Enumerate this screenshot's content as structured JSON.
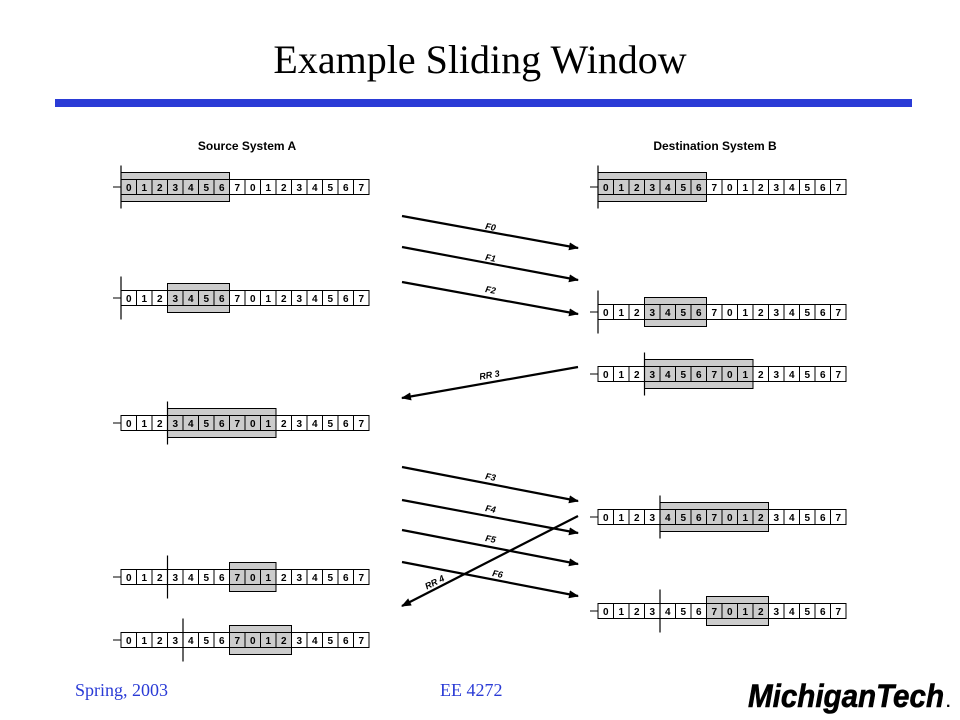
{
  "slide": {
    "title": "Example Sliding Window",
    "footer_left": "Spring, 2003",
    "footer_center": "EE 4272",
    "logo_text": "MichiganTech",
    "logo_mark": "."
  },
  "colors": {
    "accent": "#2a3bd6",
    "window_fill": "#cccccc"
  },
  "diagram": {
    "source_heading": "Source System A",
    "dest_heading": "Destination System B",
    "cells": [
      "0",
      "1",
      "2",
      "3",
      "4",
      "5",
      "6",
      "7",
      "0",
      "1",
      "2",
      "3",
      "4",
      "5",
      "6",
      "7"
    ],
    "source_rows": [
      {
        "window_start": 0,
        "window_len": 7,
        "marker": 0
      },
      {
        "window_start": 3,
        "window_len": 4,
        "marker": 0
      },
      {
        "window_start": 3,
        "window_len": 7,
        "marker": 3
      },
      {
        "window_start": 7,
        "window_len": 3,
        "marker": 3
      },
      {
        "window_start": 7,
        "window_len": 4,
        "marker": 4
      }
    ],
    "dest_rows": [
      {
        "window_start": 0,
        "window_len": 7,
        "marker": 0
      },
      {
        "window_start": 3,
        "window_len": 4,
        "marker": 0
      },
      {
        "window_start": 3,
        "window_len": 7,
        "marker": 3
      },
      {
        "window_start": 4,
        "window_len": 7,
        "marker": 4
      },
      {
        "window_start": 7,
        "window_len": 4,
        "marker": 4
      }
    ],
    "arrows": [
      {
        "label": "F0",
        "direction": "to-dest"
      },
      {
        "label": "F1",
        "direction": "to-dest"
      },
      {
        "label": "F2",
        "direction": "to-dest"
      },
      {
        "label": "RR 3",
        "direction": "to-source"
      },
      {
        "label": "F3",
        "direction": "to-dest"
      },
      {
        "label": "F4",
        "direction": "to-dest"
      },
      {
        "label": "F5",
        "direction": "to-dest"
      },
      {
        "label": "F6",
        "direction": "to-dest"
      },
      {
        "label": "RR 4",
        "direction": "to-source"
      }
    ]
  }
}
